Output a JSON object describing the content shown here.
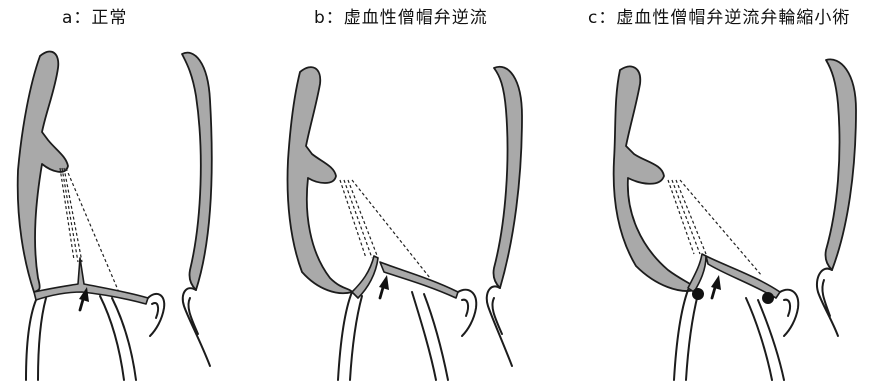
{
  "panels": [
    {
      "id": "a",
      "title": "a：正常",
      "depiction": "normal"
    },
    {
      "id": "b",
      "title": "b：虚血性僧帽弁逆流",
      "depiction": "ischemic-mitral-regurgitation"
    },
    {
      "id": "c",
      "title": "c：虚血性僧帽弁逆流弁輪縮小術",
      "depiction": "annuloplasty"
    }
  ],
  "colors": {
    "tissue_fill": "#a9a9a9",
    "outline": "#1c1c1c",
    "background": "#ffffff"
  },
  "icons": [
    "arrow-icon",
    "annuloplasty-dot-icon"
  ]
}
